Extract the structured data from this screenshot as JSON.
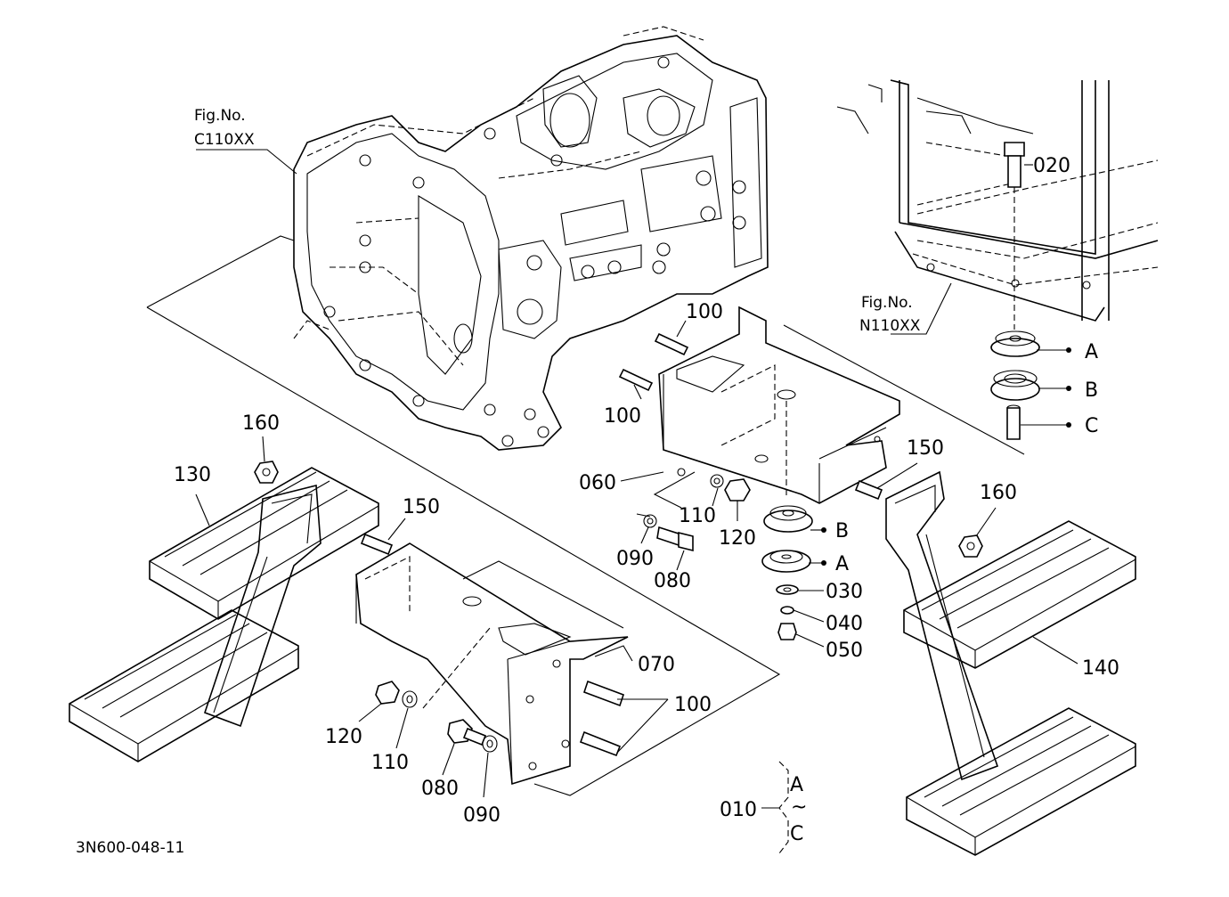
{
  "figure": {
    "drawing_code": "3N600-048-11",
    "refs": [
      {
        "id": "fig-c110xx",
        "line1": "Fig.No.",
        "line2": "C110XX"
      },
      {
        "id": "fig-n110xx",
        "line1": "Fig.No.",
        "line2": "N110XX"
      }
    ],
    "callouts": {
      "c020": "020",
      "c100a": "100",
      "c100b": "100",
      "c100c": "100",
      "c160a": "160",
      "c160b": "160",
      "c130": "130",
      "c150a": "150",
      "c150b": "150",
      "c060": "060",
      "c110a": "110",
      "c110b": "110",
      "c120a": "120",
      "c120b": "120",
      "c090a": "090",
      "c090b": "090",
      "c080a": "080",
      "c080b": "080",
      "c070": "070",
      "c030": "030",
      "c040": "040",
      "c050": "050",
      "c140": "140",
      "c010": "010",
      "mA1": "A",
      "mB1": "B",
      "mC1": "C",
      "mB2": "B",
      "mA2": "A",
      "setA": "A",
      "setTilde": "~",
      "setC": "C"
    }
  }
}
